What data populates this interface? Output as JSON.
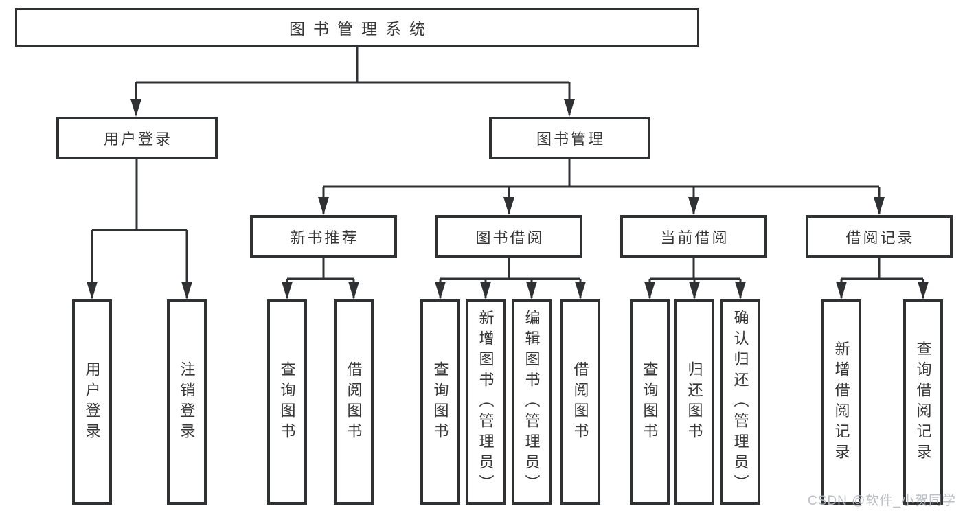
{
  "colors": {
    "line": "#2f3133",
    "box_border": "#2f3133",
    "text": "#363636",
    "watermark": "#b6bac0",
    "background": "#ffffff"
  },
  "watermark": {
    "text": "CSDN @软件_小贺同学"
  },
  "tree": {
    "label": "图书管理系统",
    "children": [
      {
        "label": "用户登录",
        "children": [
          {
            "label": "用户登录"
          },
          {
            "label": "注销登录"
          }
        ]
      },
      {
        "label": "图书管理",
        "children": [
          {
            "label": "新书推荐",
            "children": [
              {
                "label": "查询图书"
              },
              {
                "label": "借阅图书"
              }
            ]
          },
          {
            "label": "图书借阅",
            "children": [
              {
                "label": "查询图书"
              },
              {
                "label": "新增图书（管理员）"
              },
              {
                "label": "编辑图书（管理员）"
              },
              {
                "label": "借阅图书"
              }
            ]
          },
          {
            "label": "当前借阅",
            "children": [
              {
                "label": "查询图书"
              },
              {
                "label": "归还图书"
              },
              {
                "label": "确认归还（管理员）"
              }
            ]
          },
          {
            "label": "借阅记录",
            "children": [
              {
                "label": "新增借阅记录"
              },
              {
                "label": "查询借阅记录"
              }
            ]
          }
        ]
      }
    ]
  }
}
